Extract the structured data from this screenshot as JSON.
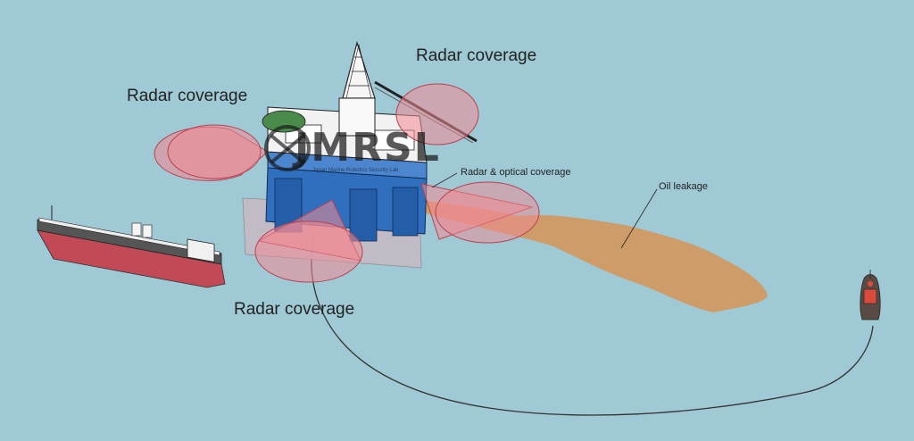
{
  "labels": {
    "radar_top_right": "Radar coverage",
    "radar_top_left": "Radar coverage",
    "radar_bottom": "Radar coverage",
    "radar_optical": "Radar & optical coverage",
    "oil_leakage": "Oil leakage"
  },
  "watermark": {
    "logo": "JMRSL",
    "tagline": "Japan Marine Robotics Security Lab"
  },
  "colors": {
    "sea": "#9fc9d4",
    "coverage_fill": "#f08a94",
    "coverage_stroke": "#b84250",
    "oil": "#d19a63",
    "rig_blue": "#2f6fbd",
    "tanker_hull": "#c14a56"
  }
}
